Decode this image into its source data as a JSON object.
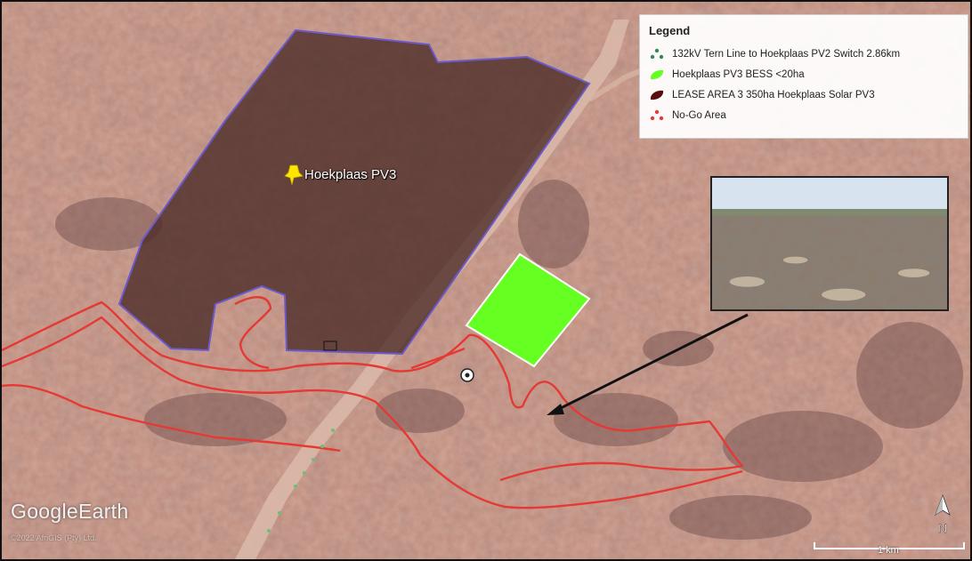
{
  "legend": {
    "title": "Legend",
    "items": [
      {
        "label": "132kV Tern Line to Hoekplaas PV2 Switch 2.86km",
        "icon": "route-dots-icon",
        "color": "#2e8b57"
      },
      {
        "label": "Hoekplaas PV3 BESS <20ha",
        "icon": "bess-polygon-icon",
        "color": "#66ff22"
      },
      {
        "label": "LEASE AREA 3 350ha Hoekplaas Solar PV3",
        "icon": "lease-area-polygon-icon",
        "color": "#5a0c0c"
      },
      {
        "label": "No-Go Area",
        "icon": "no-go-dots-icon",
        "color": "#e53935"
      }
    ]
  },
  "map": {
    "site_label": "Hoekplaas PV3",
    "placemark_icon": "pushpin-icon",
    "site_marker_icon": "target-circle-icon",
    "colors": {
      "lease_fill": "#4a2a26",
      "lease_outline": "#6a5acd",
      "bess_fill": "#66ff22",
      "no_go_outline": "#e53935",
      "terrain": "#c48f82"
    }
  },
  "branding": {
    "part1": "Google",
    "part2": "Earth"
  },
  "copyright": "©2022 AfriGIS (Pty) Ltd.",
  "scale": {
    "label": "1 km"
  },
  "compass": {
    "label": "N",
    "icon": "north-arrow-icon"
  },
  "inset_photo": {
    "icon": "site-vegetation-photo"
  }
}
